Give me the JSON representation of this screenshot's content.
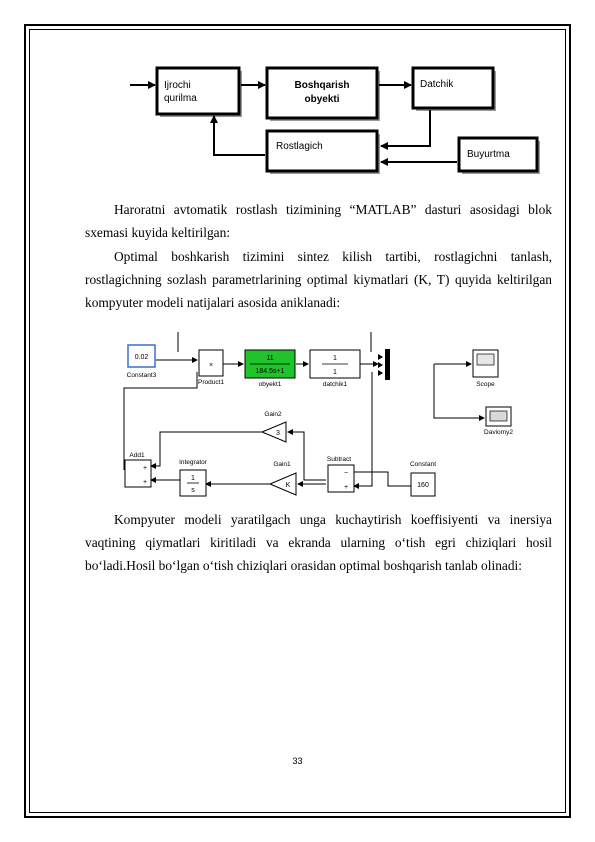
{
  "block_diagram": {
    "ijrochi_line1": "Ijrochi",
    "ijrochi_line2": "qurilma",
    "object_line1": "Boshqarish",
    "object_line2": "obyekti",
    "sensor": "Datchik",
    "controller": "Rostlagich",
    "setpoint": "Buyurtma"
  },
  "paragraphs": {
    "p1": "Haroratni avtomatik rostlash tizimining “MATLAB” dasturi asosidagi blok sxemasi kuyida keltirilgan:",
    "p2": "Optimal boshkarish tizimini sintez kilish tartibi, rostlagichni tanlash, rostlagichning sozlash parametrlarining optimal kiymatlari (K, T) quyida keltirilgan kompyuter modeli natijalari asosida aniklanadi:",
    "p3": "Kompyuter modeli yaratilgach  unga kuchaytirish koeffisiyenti va inersiya vaqtining qiymatlari kiritiladi va ekranda ularning o‘tish egri chiziqlari hosil bo‘ladi.Hosil bo‘lgan o‘tish chiziqlari orasidan optimal boshqarish tanlab olinadi:"
  },
  "simulink": {
    "constant3_value": "0.02",
    "constant3_label": "Constant3",
    "product_symbol": "×",
    "product_label": "Product1",
    "object_num": "11",
    "object_den": "184.5s+1",
    "object_label": "obyekt1",
    "sensor_num": "1",
    "sensor_den": "1",
    "sensor_label": "datchik1",
    "scope_label": "Scope",
    "display_label": "Daviomy2",
    "gain2_label": "Gain2",
    "gain2_value": "3",
    "add_label": "Add1",
    "integrator_label": "Integrator",
    "integrator_num": "1",
    "integrator_den": "s",
    "gain1_label": "Gain1",
    "gain1_value": "K",
    "subtract_label": "Subtract",
    "constant_label": "Constant",
    "constant_value": "160",
    "plus": "+",
    "minus": "−"
  },
  "page_number": "33",
  "colors": {
    "object_block": "#1fc32a"
  }
}
